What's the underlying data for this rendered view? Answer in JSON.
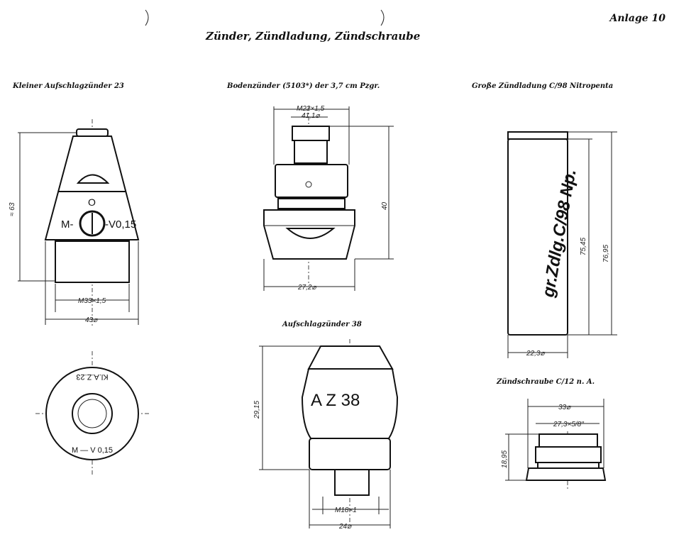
{
  "page": {
    "annex": "Anlage 10",
    "title": "Zünder, Zündladung, Zündschraube"
  },
  "figures": {
    "kaz23": {
      "caption": "Kleiner Aufschlagzünder 23",
      "dim_height": "≈ 63",
      "dim_thread": "M33×1,5",
      "dim_diameter": "43⌀",
      "dial_top": "O",
      "dial_left": "M-",
      "dial_right": "-V0,15",
      "bottom_marking_top": "Kl.A.Z.23",
      "bottom_marking_bottom": "M — V 0,15"
    },
    "bodenzuender": {
      "caption": "Bodenzünder (5103*) der 3,7 cm Pzgr.",
      "dim_thread": "M22×1,5",
      "dim_inner": "41,1⌀",
      "dim_height": "40",
      "dim_diameter": "27,2⌀"
    },
    "zuendladung": {
      "caption": "Große Zündladung C/98 Nitropenta",
      "marking": "gr.Zdlg.C/98 Np.",
      "dim_height_inner": "75,45",
      "dim_height_outer": "76,95",
      "dim_diameter": "22,3⌀"
    },
    "az38": {
      "caption": "Aufschlagzünder 38",
      "marking": "A Z 38",
      "dim_height": "29,15",
      "dim_thread": "M18×1",
      "dim_diameter": "24⌀"
    },
    "zuendschraube": {
      "caption": "Zündschraube C/12 n. A.",
      "dim_diameter": "33⌀",
      "dim_thread": "27,3×5/8\"",
      "dim_height": "18,95"
    }
  }
}
